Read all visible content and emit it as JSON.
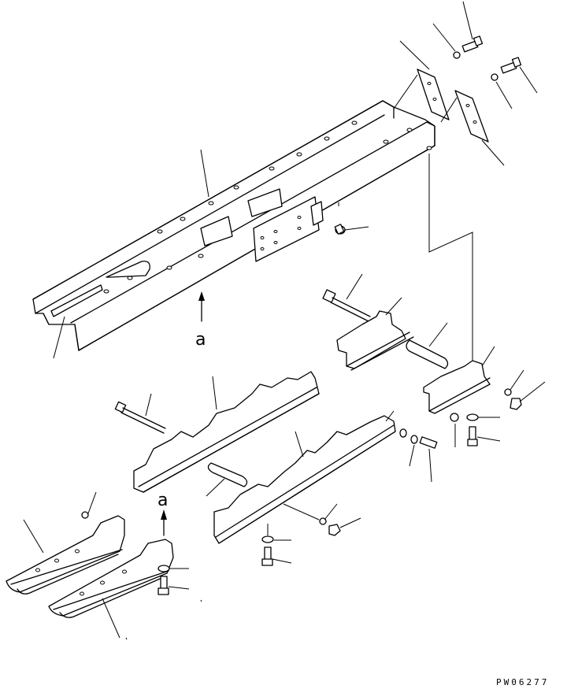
{
  "view_label_upper": "a",
  "view_label_lower": "a",
  "drawing_code": "PW06277"
}
